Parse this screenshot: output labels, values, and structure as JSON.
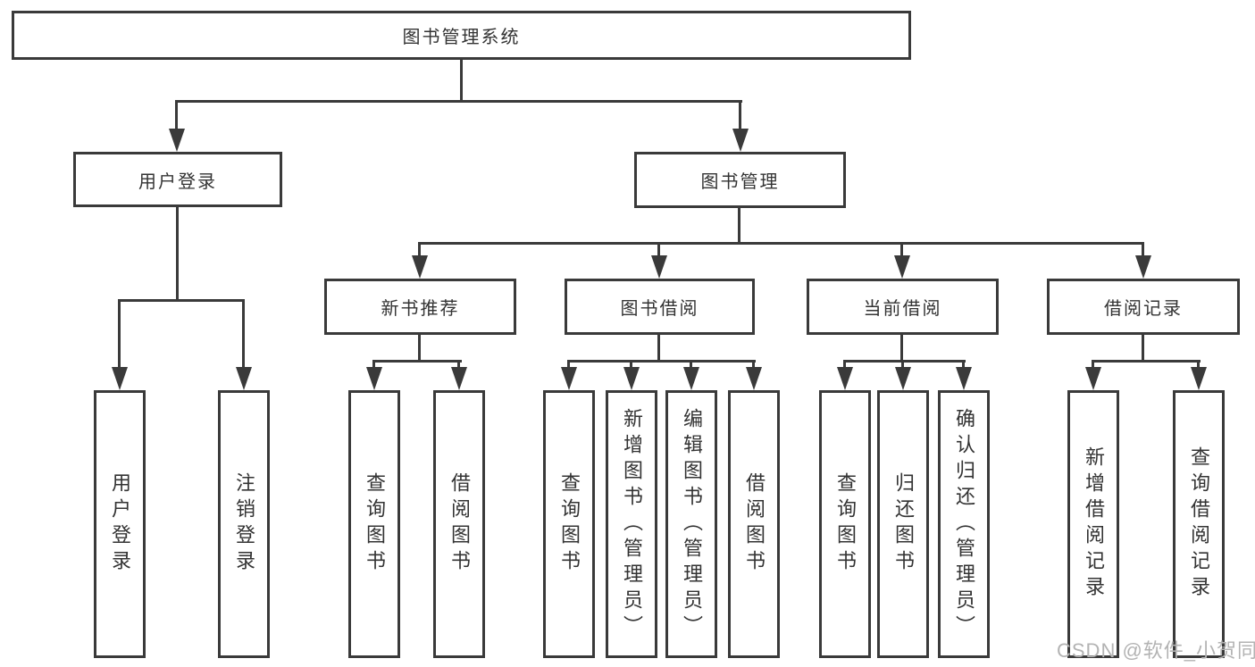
{
  "diagram": {
    "root": "图书管理系统",
    "branches": [
      {
        "label": "用户登录",
        "children": [
          "用户登录",
          "注销登录"
        ]
      },
      {
        "label": "图书管理",
        "children": [
          {
            "label": "新书推荐",
            "children": [
              "查询图书",
              "借阅图书"
            ]
          },
          {
            "label": "图书借阅",
            "children": [
              "查询图书",
              "新增图书（管理员）",
              "编辑图书（管理员）",
              "借阅图书"
            ]
          },
          {
            "label": "当前借阅",
            "children": [
              "查询图书",
              "归还图书",
              "确认归还（管理员）"
            ]
          },
          {
            "label": "借阅记录",
            "children": [
              "新增借阅记录",
              "查询借阅记录"
            ]
          }
        ]
      }
    ]
  },
  "watermark": {
    "text": "CSDN @软件_小贺同学"
  },
  "colors": {
    "line": "#3a3a3a",
    "text": "#333333",
    "watermark": "#b3b3b3",
    "background": "#ffffff"
  }
}
